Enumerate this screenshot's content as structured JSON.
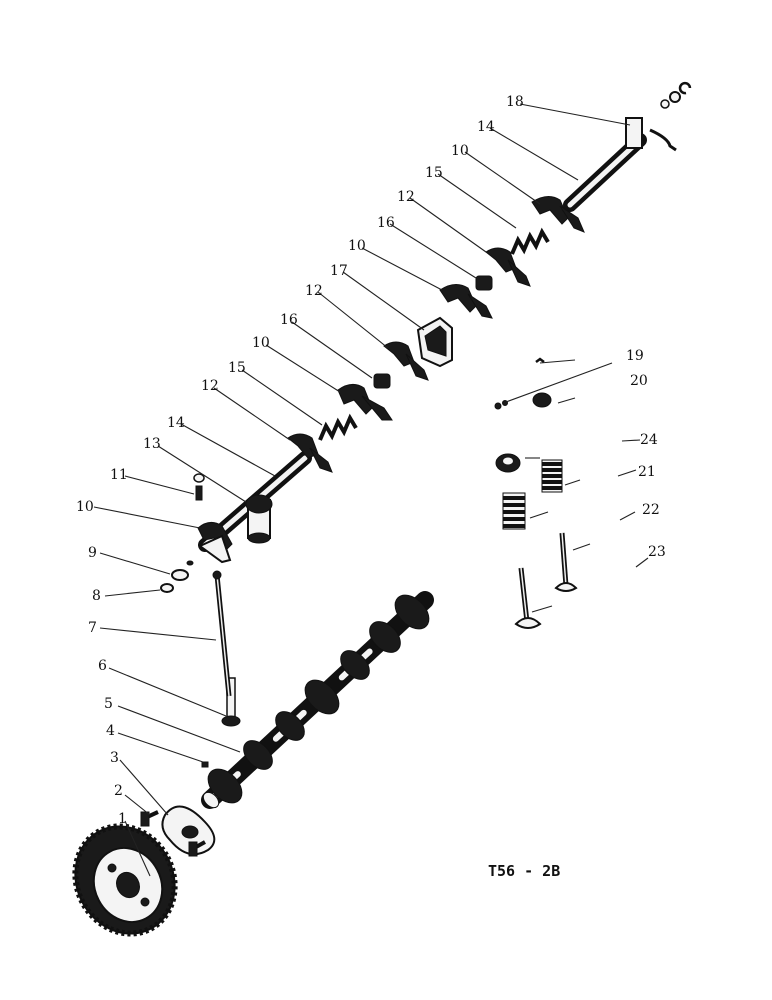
{
  "callouts": [
    "1",
    "2",
    "3",
    "4",
    "5",
    "6",
    "7",
    "8",
    "9",
    "10",
    "11",
    "13",
    "14",
    "12",
    "15",
    "10",
    "16",
    "12",
    "17",
    "10",
    "16",
    "12",
    "15",
    "10",
    "14",
    "18",
    "19",
    "20",
    "24",
    "21",
    "22",
    "23"
  ],
  "figure_code": "T56 - 2B"
}
